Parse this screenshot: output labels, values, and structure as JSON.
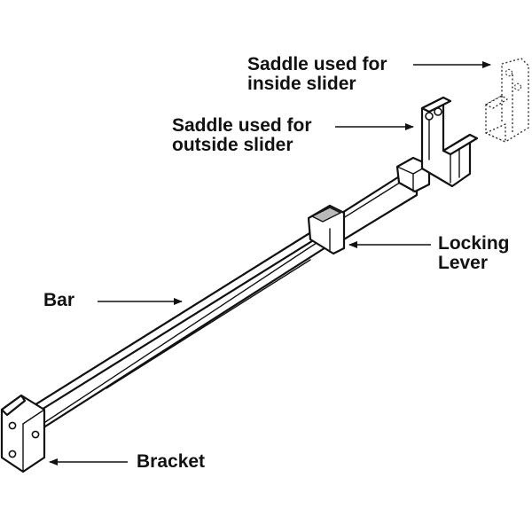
{
  "labels": {
    "inside_saddle_line1": "Saddle used for",
    "inside_saddle_line2": "inside slider",
    "outside_saddle_line1": "Saddle used for",
    "outside_saddle_line2": "outside slider",
    "locking_lever_line1": "Locking",
    "locking_lever_line2": "Lever",
    "bar": "Bar",
    "bracket": "Bracket"
  }
}
